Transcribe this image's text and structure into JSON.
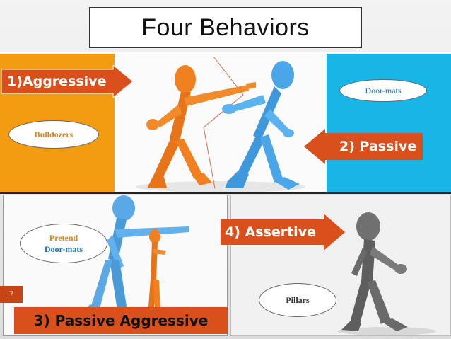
{
  "title": "Four Behaviors",
  "behaviors": {
    "aggressive": {
      "label": "1)Aggressive",
      "nickname": "Bulldozers"
    },
    "passive": {
      "label": "2) Passive",
      "nickname": "Door-mats"
    },
    "passive_aggressive": {
      "label": "3) Passive Aggressive",
      "nickname_line1": "Pretend",
      "nickname_line2": "Door-mats"
    },
    "assertive": {
      "label": "4) Assertive",
      "nickname": "Pillars"
    }
  },
  "page_number": "7",
  "colors": {
    "aggressive_panel": "#f39c12",
    "passive_panel": "#17b6e6",
    "arrow_fill": "#d9501c",
    "orange_figure": "#e8741a",
    "blue_figure": "#5aa8e6",
    "gray_figure": "#6b6b6b",
    "bulldozers_text": "#d18a1f",
    "doormats_text": "#1a74b7"
  }
}
